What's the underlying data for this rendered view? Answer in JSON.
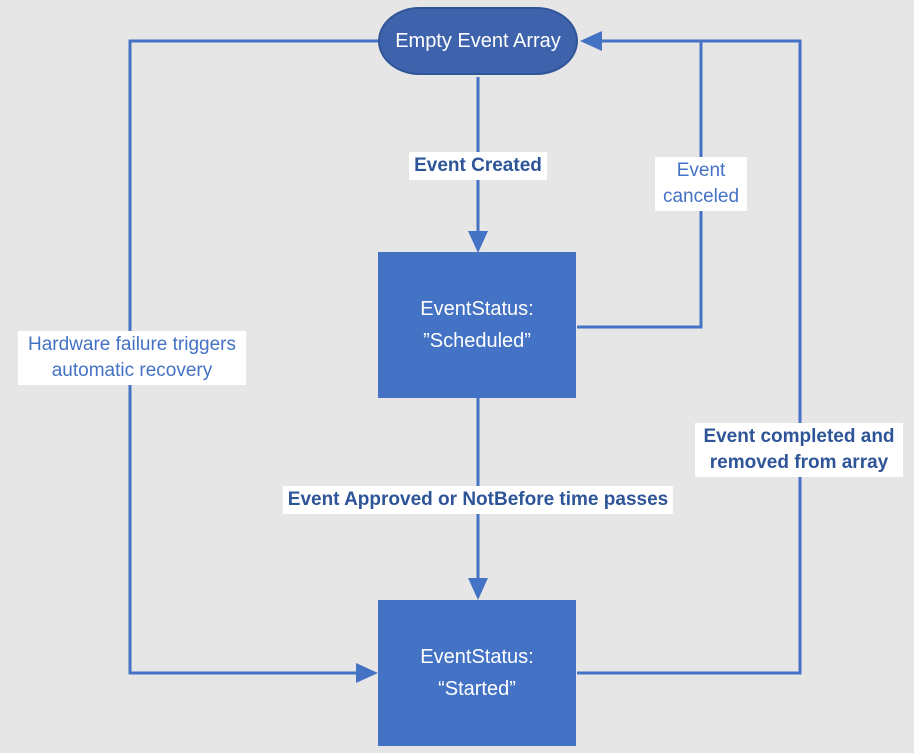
{
  "diagram": {
    "background_color": "#E7E6E6",
    "colors": {
      "connector": "#4472C4",
      "process_fill": "#4472C4",
      "terminator_fill": "#3E63AC",
      "terminator_border": "#2F5597",
      "node_text": "#FFFFFF",
      "label_background": "#FFFFFF",
      "label_bold_text": "#2E5597",
      "label_regular_text": "#4472C4"
    },
    "nodes": [
      {
        "id": "empty-event-array",
        "shape": "terminator",
        "label": "Empty Event Array"
      },
      {
        "id": "scheduled",
        "shape": "process",
        "label": "EventStatus:\n”Scheduled”"
      },
      {
        "id": "started",
        "shape": "process",
        "label": "EventStatus:\n“Started”"
      }
    ],
    "edges": [
      {
        "id": "event-created",
        "from": "empty-event-array",
        "to": "scheduled",
        "label": "Event Created",
        "emphasis": "bold"
      },
      {
        "id": "event-canceled",
        "from": "scheduled",
        "to": "empty-event-array",
        "label": "Event canceled",
        "emphasis": "regular"
      },
      {
        "id": "event-approved",
        "from": "scheduled",
        "to": "started",
        "label": "Event Approved or NotBefore time passes",
        "emphasis": "bold"
      },
      {
        "id": "event-completed",
        "from": "started",
        "to": "empty-event-array",
        "label": "Event completed and removed from array",
        "emphasis": "bold"
      },
      {
        "id": "hardware-failure",
        "from": "empty-event-array",
        "to": "started",
        "label": "Hardware failure triggers automatic recovery",
        "emphasis": "regular"
      }
    ]
  }
}
